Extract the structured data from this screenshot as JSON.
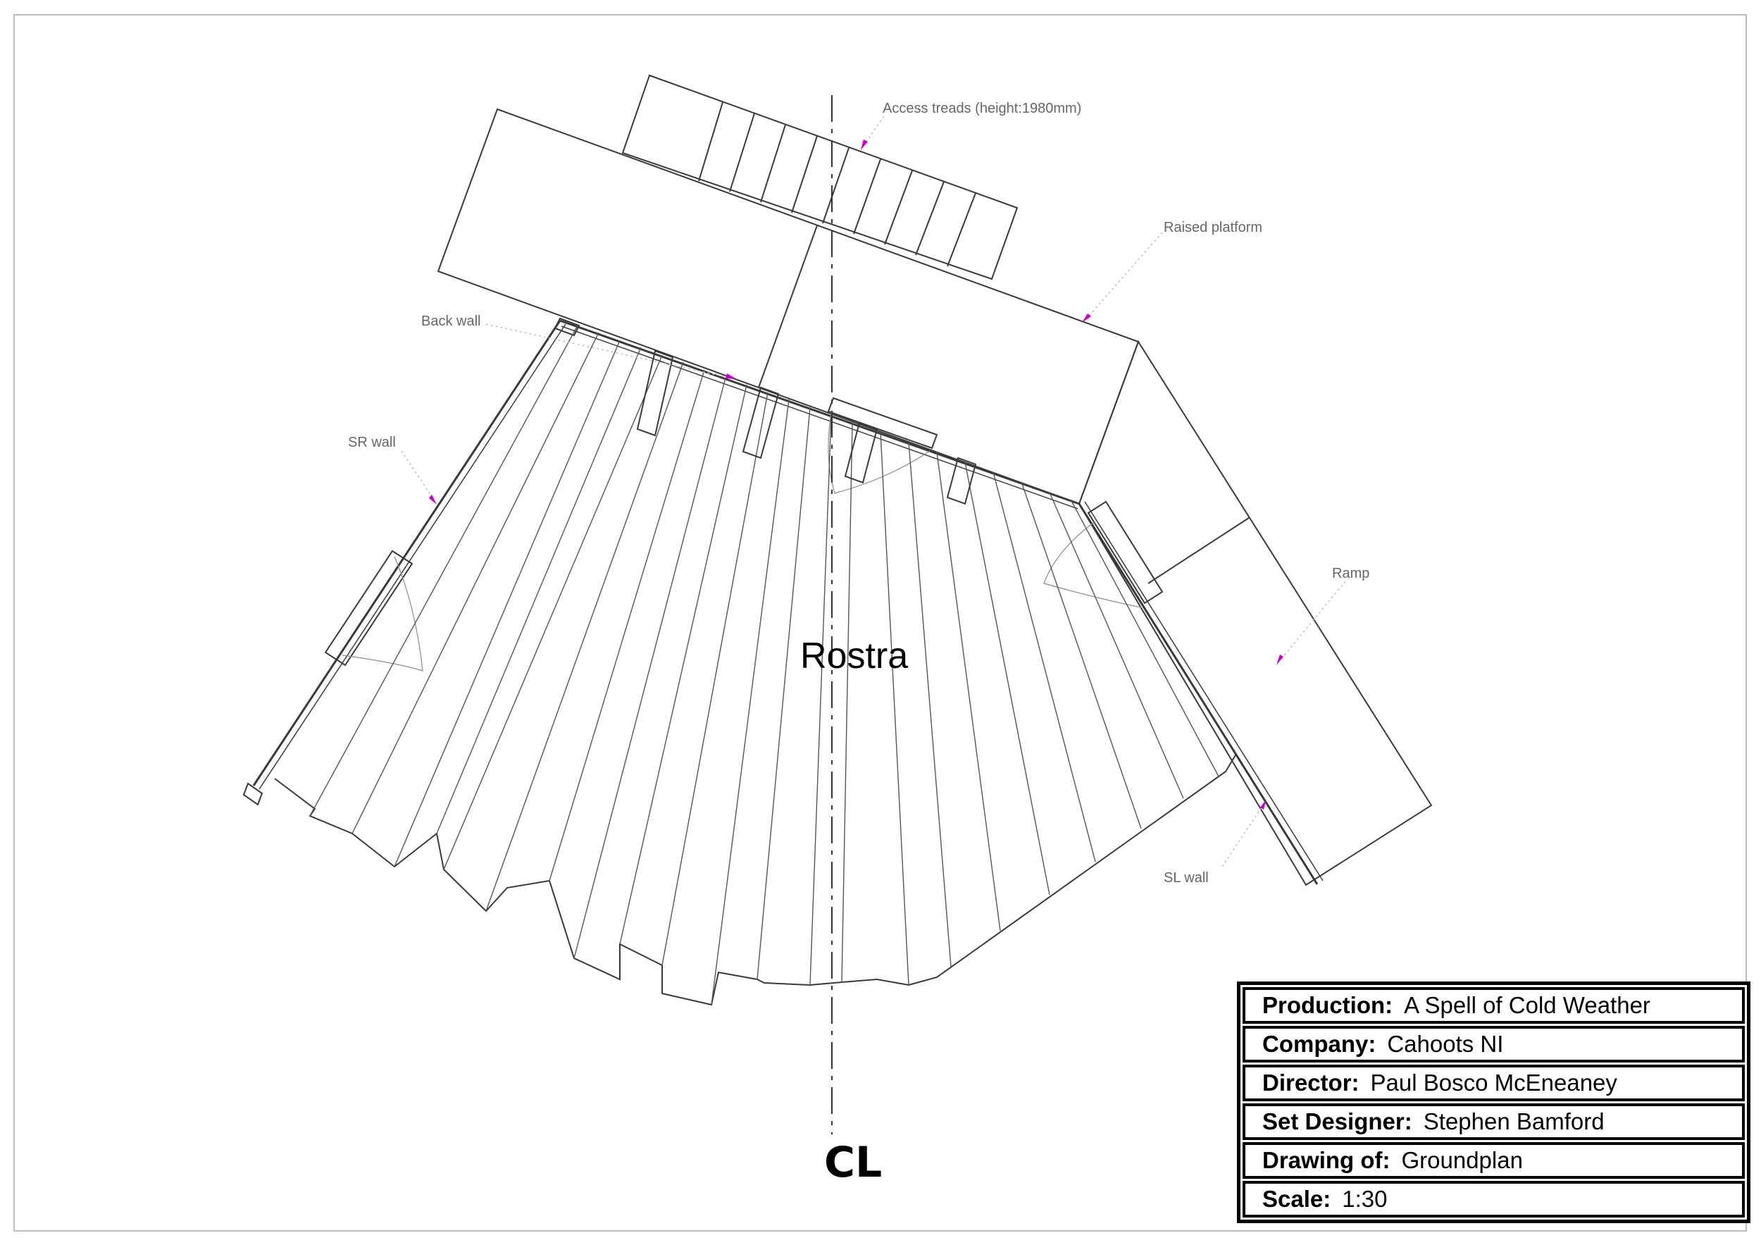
{
  "drawing": {
    "center_label": "Rostra",
    "centerline_symbol": "CL",
    "labels": {
      "access_treads": "Access treads (height:1980mm)",
      "raised_platform": "Raised platform",
      "back_wall": "Back wall",
      "sr_wall": "SR wall",
      "ramp": "Ramp",
      "sl_wall": "SL wall"
    },
    "colors": {
      "line": "#3a3a3a",
      "leader": "#c0c0c0",
      "arrow": "#cc00cc",
      "label": "#666666"
    }
  },
  "title_block": {
    "rows": [
      {
        "key": "Production:",
        "value": "A Spell of Cold Weather"
      },
      {
        "key": "Company:",
        "value": "Cahoots NI"
      },
      {
        "key": "Director:",
        "value": "Paul Bosco McEneaney"
      },
      {
        "key": "Set Designer:",
        "value": "Stephen Bamford"
      },
      {
        "key": "Drawing of:",
        "value": "Groundplan"
      },
      {
        "key": "Scale:",
        "value": "1:30"
      }
    ]
  }
}
